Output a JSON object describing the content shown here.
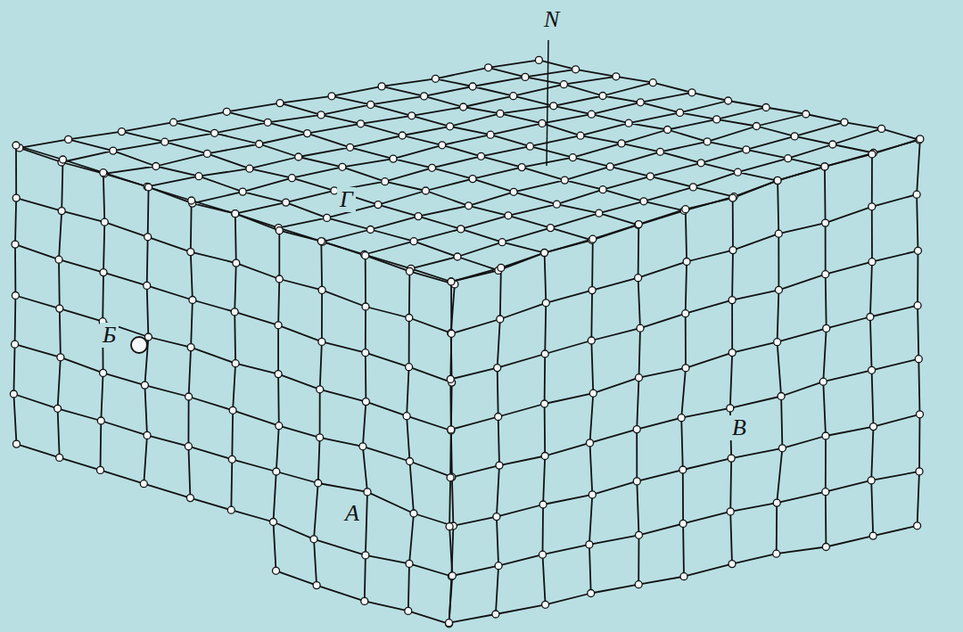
{
  "diagram": {
    "labels": [
      "N",
      "Г",
      "Б",
      "А",
      "В"
    ]
  }
}
